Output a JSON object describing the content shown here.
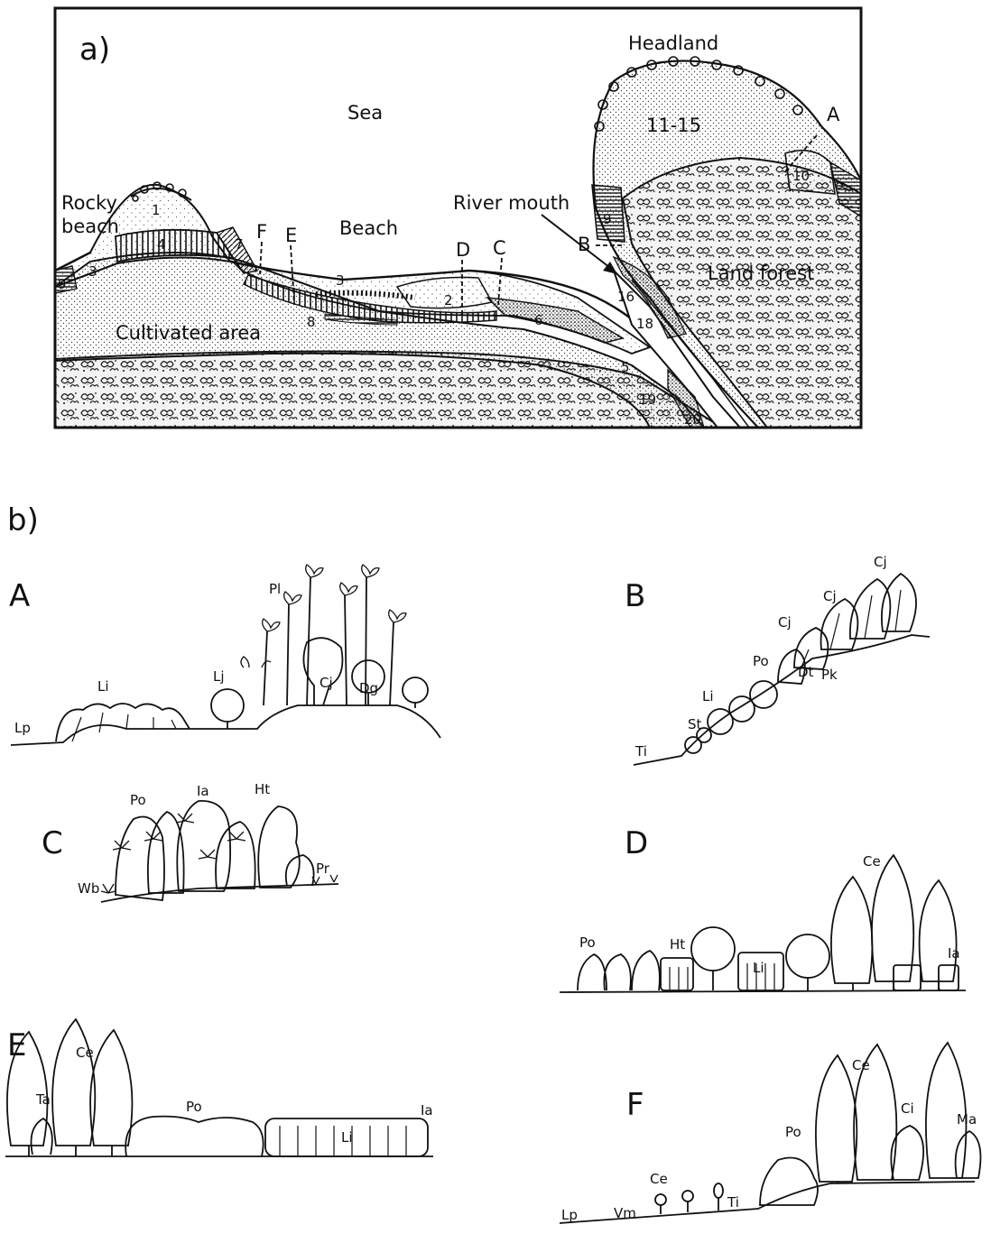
{
  "map": {
    "panel_label": "a)",
    "headland": "Headland",
    "sea": "Sea",
    "rocky_beach_1": "Rocky",
    "rocky_beach_2": "beach",
    "beach": "Beach",
    "river_mouth": "River mouth",
    "land_forest": "Land forest",
    "cultivated_area": "Cultivated area",
    "transects": [
      "A",
      "B",
      "C",
      "D",
      "E",
      "F"
    ],
    "zones": [
      "1",
      "2",
      "3",
      "3",
      "4",
      "5",
      "6",
      "7",
      "8",
      "9",
      "9",
      "10",
      "11-15",
      "16",
      "18",
      "19",
      "20"
    ]
  },
  "profiles": {
    "panel_label": "b)",
    "A": {
      "title": "A",
      "species": [
        "Lp",
        "Li",
        "Lj",
        "Pl",
        "Cj",
        "Dg"
      ]
    },
    "B": {
      "title": "B",
      "species": [
        "Ti",
        "St",
        "Li",
        "Po",
        "Cj",
        "Cj",
        "Cj",
        "Dt",
        "Pk"
      ]
    },
    "C": {
      "title": "C",
      "species": [
        "Wb",
        "Po",
        "Ia",
        "Ht",
        "Pr"
      ]
    },
    "D": {
      "title": "D",
      "species": [
        "Po",
        "Ht",
        "Li",
        "Ce",
        "Ia"
      ]
    },
    "E": {
      "title": "E",
      "species": [
        "Ta",
        "Ce",
        "Po",
        "Li",
        "Ia"
      ]
    },
    "F": {
      "title": "F",
      "species": [
        "Lp",
        "Vm",
        "Ce",
        "Ti",
        "Po",
        "Ce",
        "Ci",
        "Ma"
      ]
    }
  }
}
